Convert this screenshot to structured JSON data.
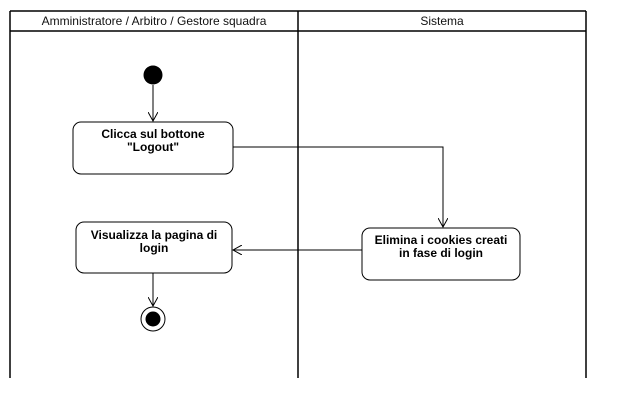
{
  "swimlanes": [
    {
      "title": "Amministratore / Arbitro / Gestore squadra"
    },
    {
      "title": "Sistema"
    }
  ],
  "actions": {
    "logout": {
      "label": "Clicca sul bottone\n\"Logout\""
    },
    "delete_cookies": {
      "label": "Elimina i cookies creati\nin fase di login"
    },
    "show_login": {
      "label": "Visualizza la pagina di\nlogin"
    }
  }
}
